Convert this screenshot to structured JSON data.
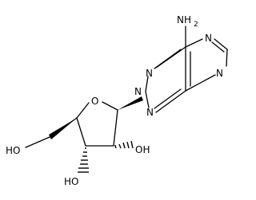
{
  "molecule": {
    "atom_labels": {
      "nh2": "NH",
      "nh2_sub": "2",
      "n_pyr_top": "N",
      "n_pyr_bottom": "N",
      "n1": "N",
      "n2": "N",
      "n3": "N",
      "o_ring": "O",
      "oh_ch2": "HO",
      "oh_c3": "HO",
      "oh_c2": "OH"
    }
  }
}
